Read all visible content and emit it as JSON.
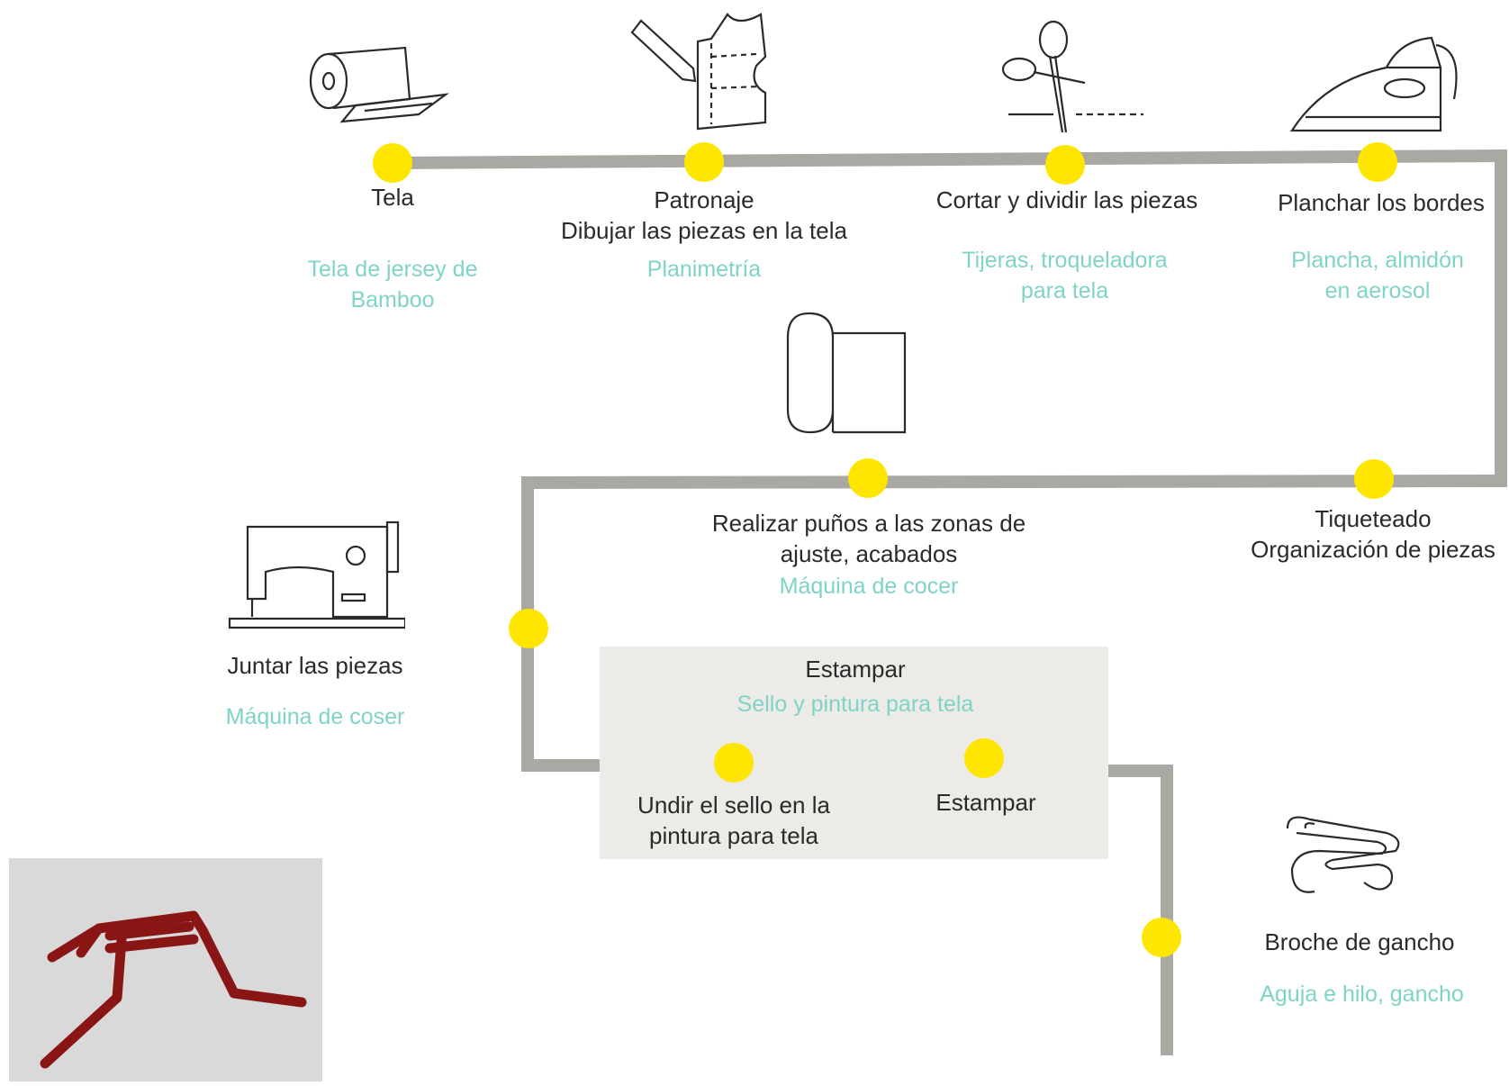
{
  "colors": {
    "path": "#aaa8a3",
    "node": "#ffe600",
    "panel": "#ecebe7",
    "tool_text": "#7fd3c7",
    "label_text": "#2a2a2a",
    "product": "#8a1515"
  },
  "steps": {
    "tela": {
      "icon": "fabric-roll-icon",
      "label": "Tela",
      "tool": [
        "Tela de jersey de",
        "Bamboo"
      ]
    },
    "patronaje": {
      "icon": "pattern-drawing-icon",
      "label": [
        "Patronaje",
        "Dibujar las piezas en la tela"
      ],
      "tool": "Planimetría"
    },
    "cortar": {
      "icon": "scissors-icon",
      "label": "Cortar y dividir las piezas",
      "tool": [
        "Tijeras, troqueladora",
        "para tela"
      ]
    },
    "planchar": {
      "icon": "iron-icon",
      "label": "Planchar los bordes",
      "tool": [
        "Plancha, almidón",
        "en aerosol"
      ]
    },
    "tiqueteado": {
      "label": [
        "Tiqueteado",
        "Organización de piezas"
      ]
    },
    "punos": {
      "icon": "folded-paper-icon",
      "label": [
        "Realizar puños a las zonas de",
        "ajuste, acabados"
      ],
      "tool": "Máquina de cocer"
    },
    "juntar": {
      "icon": "sewing-machine-icon",
      "label": "Juntar las piezas",
      "tool": "Máquina de coser"
    },
    "estampar_group": {
      "title": "Estampar",
      "tool": "Sello y pintura para tela"
    },
    "undir": {
      "label": [
        "Undir el sello en la",
        "pintura para tela"
      ]
    },
    "estampar": {
      "label": "Estampar"
    },
    "broche": {
      "icon": "hook-clasp-icon",
      "label": "Broche de gancho",
      "tool": "Aguja e hilo, gancho"
    }
  },
  "product_image": {
    "icon": "red-garment-photo"
  }
}
